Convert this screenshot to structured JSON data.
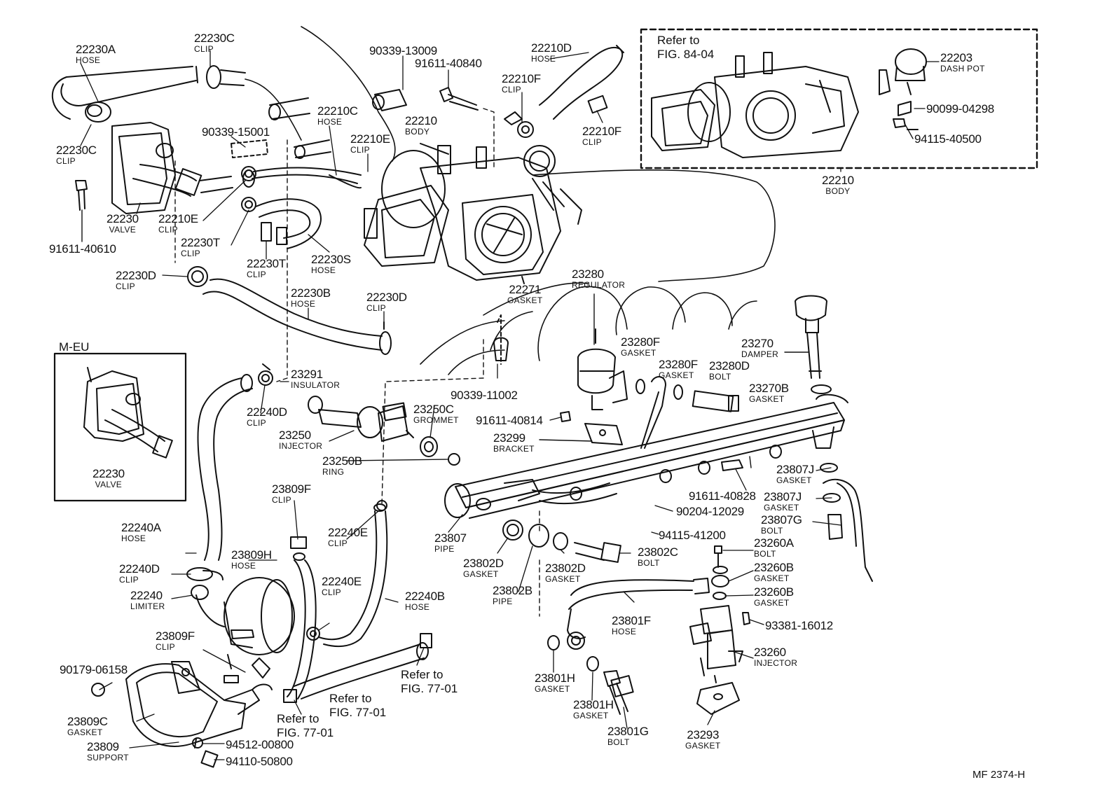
{
  "labels": {
    "l22230A": {
      "part": "22230A",
      "desc": "HOSE"
    },
    "l22230C_top": {
      "part": "22230C",
      "desc": "CLIP"
    },
    "l22230C_left": {
      "part": "22230C",
      "desc": "CLIP"
    },
    "l90339_13009": {
      "part": "90339-13009"
    },
    "l91611_40840": {
      "part": "91611-40840"
    },
    "l22210D": {
      "part": "22210D",
      "desc": "HOSE"
    },
    "l22210F_a": {
      "part": "22210F",
      "desc": "CLIP"
    },
    "l22210F_b": {
      "part": "22210F",
      "desc": "CLIP"
    },
    "l22210C": {
      "part": "22210C",
      "desc": "HOSE"
    },
    "l22210": {
      "part": "22210",
      "desc": "BODY"
    },
    "l22210E_a": {
      "part": "22210E",
      "desc": "CLIP"
    },
    "l90339_15001": {
      "part": "90339-15001"
    },
    "l22230_valve": {
      "part": "22230",
      "desc": "VALVE"
    },
    "l22210E_b": {
      "part": "22210E",
      "desc": "CLIP"
    },
    "l91611_40610": {
      "part": "91611-40610"
    },
    "l22230T_a": {
      "part": "22230T",
      "desc": "CLIP"
    },
    "l22230T_b": {
      "part": "22230T",
      "desc": "CLIP"
    },
    "l22230S": {
      "part": "22230S",
      "desc": "HOSE"
    },
    "l22230D_a": {
      "part": "22230D",
      "desc": "CLIP"
    },
    "l22230B": {
      "part": "22230B",
      "desc": "HOSE"
    },
    "l22230D_b": {
      "part": "22230D",
      "desc": "CLIP"
    },
    "l22271": {
      "part": "22271",
      "desc": "GASKET"
    },
    "l23280": {
      "part": "23280",
      "desc": "REGULATOR"
    },
    "l22203": {
      "part": "22203",
      "desc": "DASH POT"
    },
    "l90099_04298": {
      "part": "90099-04298"
    },
    "l94115_40500": {
      "part": "94115-40500"
    },
    "l22210_body2": {
      "part": "22210",
      "desc": "BODY"
    },
    "l23270": {
      "part": "23270",
      "desc": "DAMPER"
    },
    "l23280F_a": {
      "part": "23280F",
      "desc": "GASKET"
    },
    "l23280F_b": {
      "part": "23280F",
      "desc": "GASKET"
    },
    "l23280D": {
      "part": "23280D",
      "desc": "BOLT"
    },
    "l23270B": {
      "part": "23270B",
      "desc": "GASKET"
    },
    "l23291": {
      "part": "23291",
      "desc": "INSULATOR"
    },
    "l90339_11002": {
      "part": "90339-11002"
    },
    "l22240D_a": {
      "part": "22240D",
      "desc": "CLIP"
    },
    "l23250C": {
      "part": "23250C",
      "desc": "GROMMET"
    },
    "l91611_40814": {
      "part": "91611-40814"
    },
    "l23250": {
      "part": "23250",
      "desc": "INJECTOR"
    },
    "l23299": {
      "part": "23299",
      "desc": "BRACKET"
    },
    "l23250B": {
      "part": "23250B",
      "desc": "RING"
    },
    "l22230_meu": {
      "part": "22230",
      "desc": "VALVE"
    },
    "l23807J_a": {
      "part": "23807J",
      "desc": "GASKET"
    },
    "l91611_40828": {
      "part": "91611-40828"
    },
    "l23807J_b": {
      "part": "23807J",
      "desc": "GASKET"
    },
    "l90204_12029": {
      "part": "90204-12029"
    },
    "l23807G": {
      "part": "23807G",
      "desc": "BOLT"
    },
    "l23809F_a": {
      "part": "23809F",
      "desc": "CLIP"
    },
    "l22240A": {
      "part": "22240A",
      "desc": "HOSE"
    },
    "l22240E_a": {
      "part": "22240E",
      "desc": "CLIP"
    },
    "l23807": {
      "part": "23807",
      "desc": "PIPE"
    },
    "l94115_41200": {
      "part": "94115-41200"
    },
    "l23809H": {
      "part": "23809H",
      "desc": "HOSE"
    },
    "l22240D_b": {
      "part": "22240D",
      "desc": "CLIP"
    },
    "l23802D_a": {
      "part": "23802D",
      "desc": "GASKET"
    },
    "l23802D_b": {
      "part": "23802D",
      "desc": "GASKET"
    },
    "l23802C": {
      "part": "23802C",
      "desc": "BOLT"
    },
    "l23260A": {
      "part": "23260A",
      "desc": "BOLT"
    },
    "l23260B_a": {
      "part": "23260B",
      "desc": "GASKET"
    },
    "l23260B_b": {
      "part": "23260B",
      "desc": "GASKET"
    },
    "l22240E_b": {
      "part": "22240E",
      "desc": "CLIP"
    },
    "l22240": {
      "part": "22240",
      "desc": "LIMITER"
    },
    "l22240B": {
      "part": "22240B",
      "desc": "HOSE"
    },
    "l23802B": {
      "part": "23802B",
      "desc": "PIPE"
    },
    "l23801F": {
      "part": "23801F",
      "desc": "HOSE"
    },
    "l93381_16012": {
      "part": "93381-16012"
    },
    "l23809F_b": {
      "part": "23809F",
      "desc": "CLIP"
    },
    "l90179_06158": {
      "part": "90179-06158"
    },
    "l23260": {
      "part": "23260",
      "desc": "INJECTOR"
    },
    "l23801H_a": {
      "part": "23801H",
      "desc": "GASKET"
    },
    "l23801H_b": {
      "part": "23801H",
      "desc": "GASKET"
    },
    "l23809C": {
      "part": "23809C",
      "desc": "GASKET"
    },
    "l23801G": {
      "part": "23801G",
      "desc": "BOLT"
    },
    "l23293": {
      "part": "23293",
      "desc": "GASKET"
    },
    "l23809": {
      "part": "23809",
      "desc": "SUPPORT"
    },
    "l94512_00800": {
      "part": "94512-00800"
    },
    "l94110_50800": {
      "part": "94110-50800"
    }
  },
  "refs": {
    "fig8404": "Refer to\nFIG. 84-04",
    "fig7701_a": "Refer to\nFIG. 77-01",
    "fig7701_b": "Refer to\nFIG. 77-01",
    "fig7701_c": "Refer to\nFIG. 77-01"
  },
  "inset_title": "M-EU",
  "footer_code": "MF  2374-H"
}
